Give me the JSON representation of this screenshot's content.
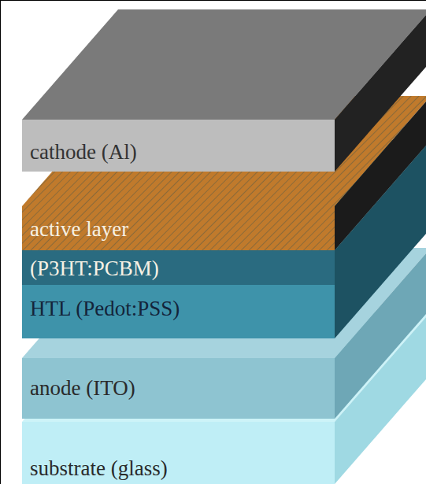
{
  "diagram": {
    "nodes": [
      {
        "text": [
          "cathode (Al)"
        ]
      },
      {
        "text": [
          "active layer (P3HT:PCBM)"
        ]
      },
      {
        "text": [
          "HTL (Pedot:PSS)"
        ]
      },
      {
        "text": [
          "anode (ITO)"
        ]
      },
      {
        "text": [
          "substrate (glass)"
        ]
      }
    ]
  }
}
